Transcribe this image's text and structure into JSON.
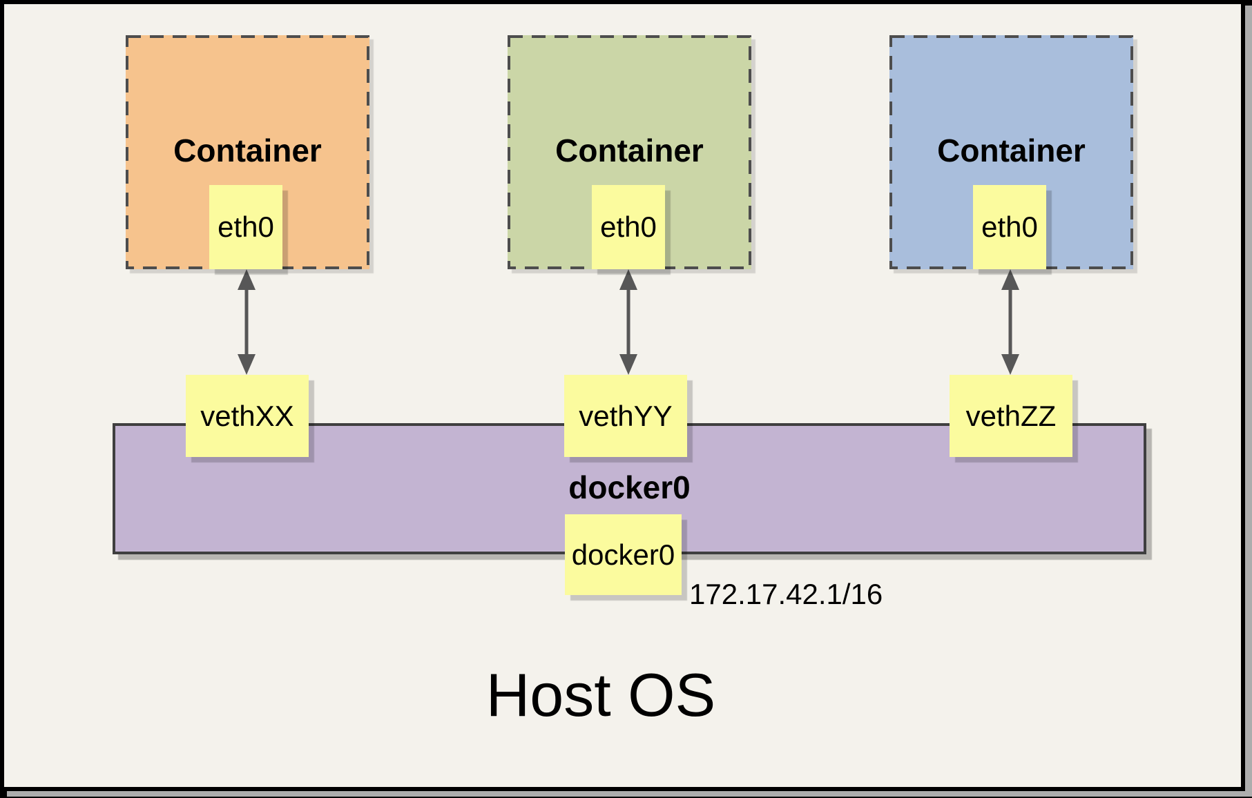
{
  "frame": {
    "background": "#F4F2EC",
    "border_color": "#000000",
    "shadow_color": "#ADADAD"
  },
  "containers": [
    {
      "title": "Container",
      "fill": "#F6C38D",
      "interface": {
        "label": "eth0"
      },
      "veth": {
        "label": "vethXX"
      }
    },
    {
      "title": "Container",
      "fill": "#CBD6A7",
      "interface": {
        "label": "eth0"
      },
      "veth": {
        "label": "vethYY"
      }
    },
    {
      "title": "Container",
      "fill": "#A9BEDC",
      "interface": {
        "label": "eth0"
      },
      "veth": {
        "label": "vethZZ"
      }
    }
  ],
  "bridge": {
    "title": "docker0",
    "fill": "#C3B4D2",
    "interface": {
      "label": "docker0"
    },
    "ip_address": "172.17.42.1/16"
  },
  "host": {
    "title": "Host OS"
  },
  "styles": {
    "node_fill": "#FBFB9E",
    "dash_color": "#4D4D4D",
    "arrow_color": "#575757"
  }
}
